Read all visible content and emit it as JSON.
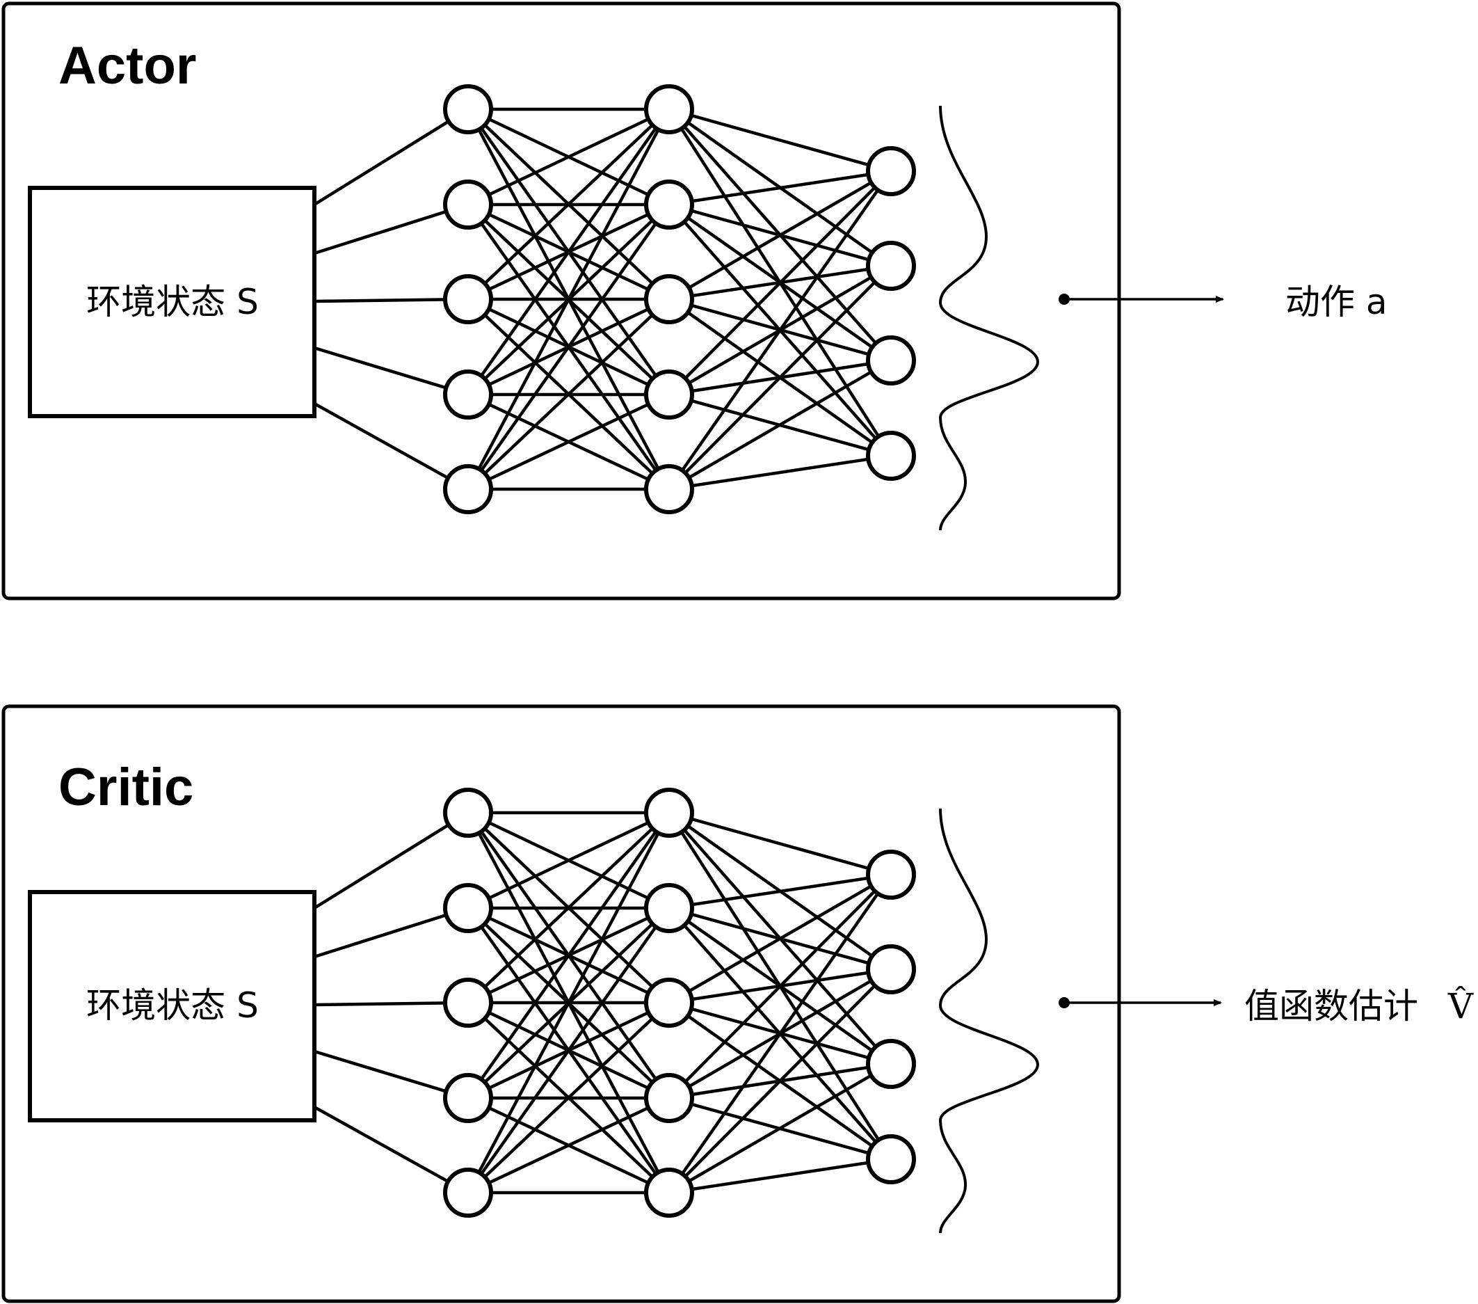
{
  "panels": [
    {
      "id": "actor",
      "title": "Actor",
      "input_label": "环境状态 S",
      "output_label": "动作 a",
      "output_symbol": ""
    },
    {
      "id": "critic",
      "title": "Critic",
      "input_label": "环境状态 S",
      "output_label": "值函数估计",
      "output_symbol": "V̂"
    }
  ],
  "network": {
    "layer_sizes": [
      5,
      5,
      4
    ]
  }
}
